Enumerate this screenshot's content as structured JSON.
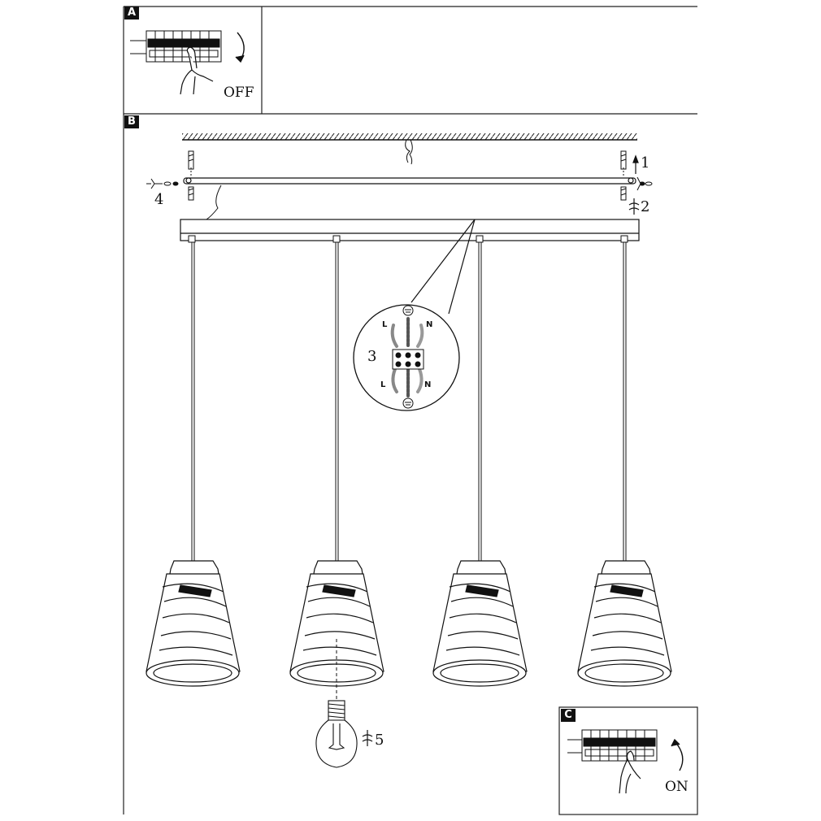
{
  "panels": {
    "a": {
      "letter": "A",
      "switch_label": "OFF"
    },
    "b": {
      "letter": "B"
    },
    "c": {
      "letter": "C",
      "switch_label": "ON"
    }
  },
  "steps": {
    "s1": "1",
    "s2": "2",
    "s3": "3",
    "s4": "4",
    "s5": "5"
  },
  "wiring": {
    "top_left": "L",
    "top_right": "N",
    "bottom_left": "L",
    "bottom_right": "N"
  },
  "icons": [
    "breaker-panel-icon",
    "hand-icon",
    "rotate-arrow-icon",
    "screw-icon",
    "light-bulb-icon",
    "ground-symbol-icon",
    "terminal-block-icon"
  ]
}
